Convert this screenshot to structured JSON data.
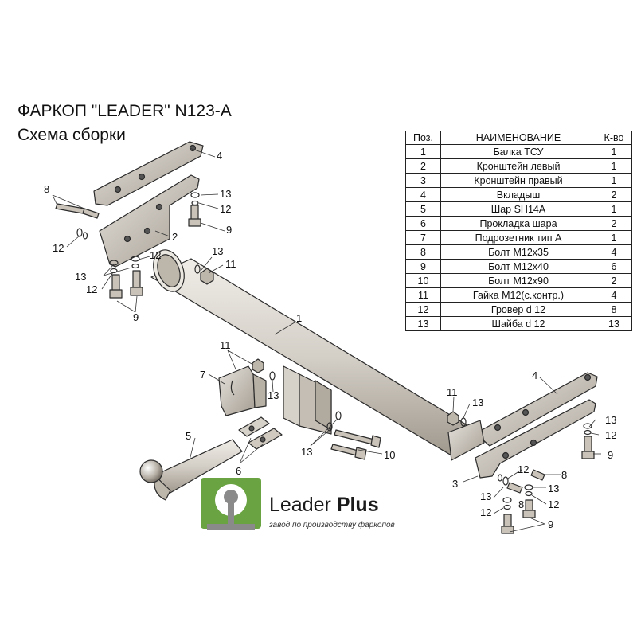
{
  "title": {
    "line1": "ФАРКОП \"LEADER\" N123-A",
    "line2": "Схема сборки"
  },
  "table": {
    "headers": {
      "pos": "Поз.",
      "name": "НАИМЕНОВАНИЕ",
      "qty": "К-во"
    },
    "rows": [
      {
        "pos": "1",
        "name": "Балка ТСУ",
        "qty": "1"
      },
      {
        "pos": "2",
        "name": "Кронштейн левый",
        "qty": "1"
      },
      {
        "pos": "3",
        "name": "Кронштейн правый",
        "qty": "1"
      },
      {
        "pos": "4",
        "name": "Вкладыш",
        "qty": "2"
      },
      {
        "pos": "5",
        "name": "Шар SH14A",
        "qty": "1"
      },
      {
        "pos": "6",
        "name": "Прокладка шара",
        "qty": "2"
      },
      {
        "pos": "7",
        "name": "Подрозетник тип А",
        "qty": "1"
      },
      {
        "pos": "8",
        "name": "Болт М12х35",
        "qty": "4"
      },
      {
        "pos": "9",
        "name": "Болт М12х40",
        "qty": "6"
      },
      {
        "pos": "10",
        "name": "Болт М12х90",
        "qty": "2"
      },
      {
        "pos": "11",
        "name": "Гайка М12(с.контр.)",
        "qty": "4"
      },
      {
        "pos": "12",
        "name": "Гровер d 12",
        "qty": "8"
      },
      {
        "pos": "13",
        "name": "Шайба d 12",
        "qty": "13"
      }
    ]
  },
  "callouts": {
    "l1": "1",
    "l2": "2",
    "l3": "3",
    "l4a": "4",
    "l4b": "4",
    "l5": "5",
    "l6": "6",
    "l7": "7",
    "l8a": "8",
    "l8b": "8",
    "l8c": "8",
    "l9a": "9",
    "l9b": "9",
    "l9c": "9",
    "l9d": "9",
    "l10": "10",
    "l11a": "11",
    "l11b": "11",
    "l11c": "11",
    "l12a": "12",
    "l12b": "12",
    "l12c": "12",
    "l12d": "12",
    "l12e": "12",
    "l12f": "12",
    "l12g": "12",
    "l12h": "12",
    "l13a": "13",
    "l13b": "13",
    "l13c": "13",
    "l13d": "13",
    "l13e": "13",
    "l13f": "13",
    "l13g": "13",
    "l13h": "13",
    "l13i": "13"
  },
  "logo": {
    "brand": "Leader",
    "brand_bold": "Plus",
    "tagline": "завод по производству фаркопов"
  },
  "colors": {
    "metal": "#d9d4cc",
    "metal_dark": "#9c958a",
    "outline": "#2b2b2b",
    "logo_green": "#6aa341",
    "logo_gray": "#8a8a8a"
  }
}
